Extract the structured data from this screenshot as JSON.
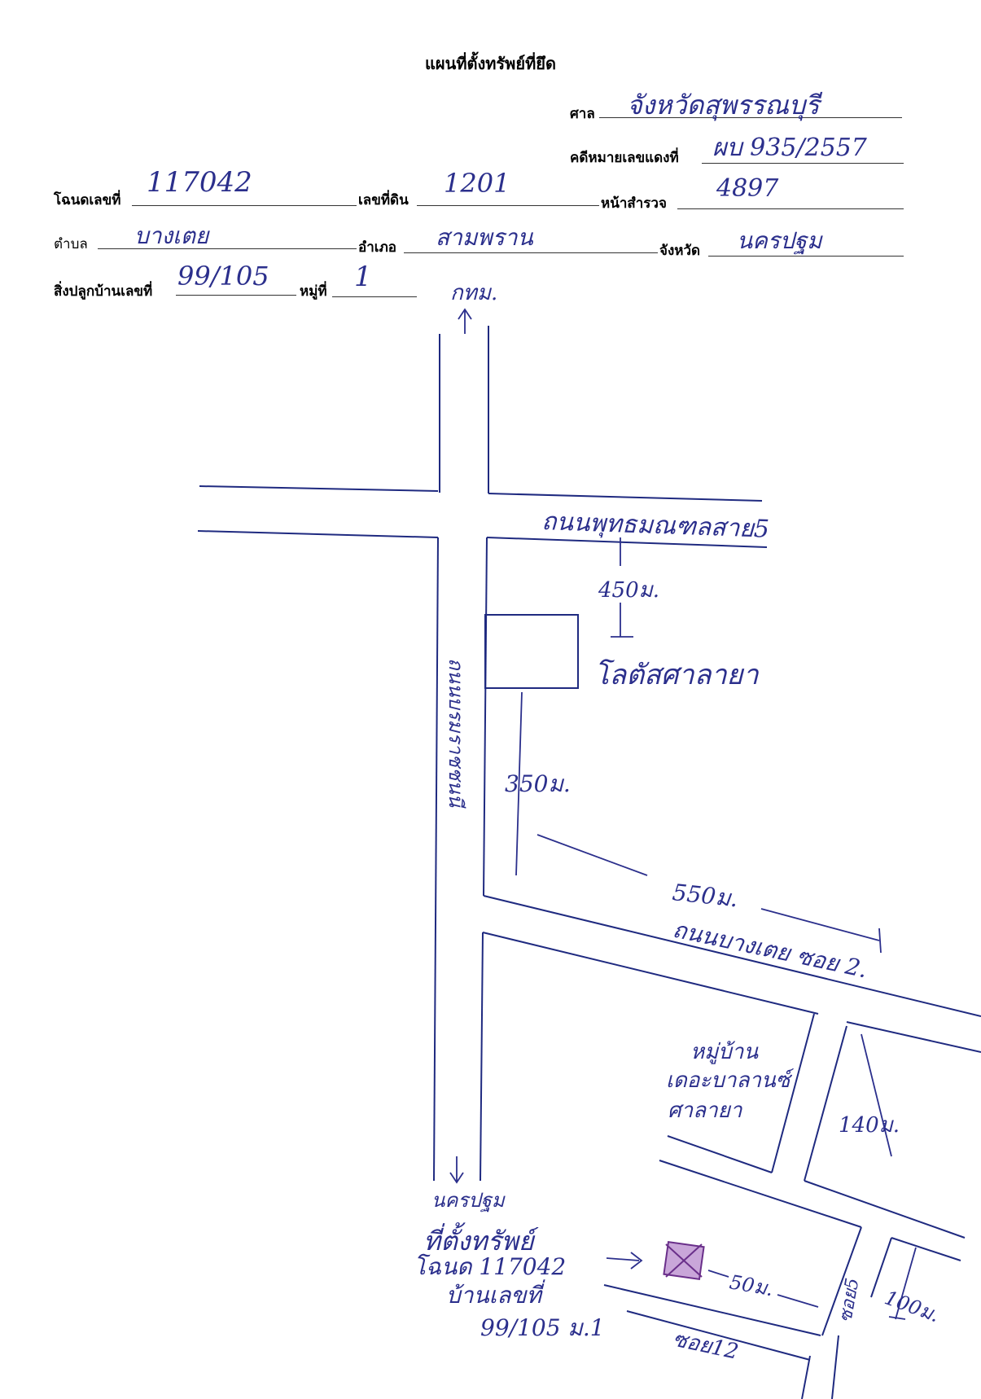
{
  "header": {
    "title": "แผนที่ตั้งทรัพย์ที่ยึด",
    "court_label": "ศาล",
    "court_value": "จังหวัดสุพรรณบุรี",
    "case_label": "คดีหมายเลขแดงที่",
    "case_value": "ผบ 935/2557"
  },
  "fields": {
    "deed_label": "โฉนดเลขที่",
    "deed_value": "117042",
    "land_no_label": "เลขที่ดิน",
    "land_no_value": "1201",
    "survey_label": "หน้าสำรวจ",
    "survey_value": "4897",
    "subdistrict_label": "ตำบล",
    "subdistrict_value": "บางเตย",
    "district_label": "อำเภอ",
    "district_value": "สามพราน",
    "province_label": "จังหวัด",
    "province_value": "นครปฐม",
    "house_no_label": "สิ่งปลูกบ้านเลขที่",
    "house_no_value": "99/105",
    "moo_label": "หมู่ที่",
    "moo_value": "1"
  },
  "map": {
    "north_label": "กทม.",
    "road_phutthamonthon": "ถนนพุทธมณฑลสาย5",
    "dist_450": "450ม.",
    "lotus": "โลตัสศาลายา",
    "dist_350": "350ม.",
    "road_side": "ถนนบรมราชชนนี",
    "dist_550": "550ม.",
    "road_bangtoei": "ถนนบางเตย ซอย 2.",
    "village_1": "หมู่บ้าน",
    "village_2": "เดอะบาลานซ์",
    "village_3": "ศาลายา",
    "dist_140": "140ม.",
    "south_label": "นครปฐม",
    "property_1": "ที่ตั้งทรัพย์",
    "property_2": "โฉนด 117042",
    "property_3": "บ้านเลขที่",
    "property_4": "99/105 ม.1",
    "dist_50": "50ม.",
    "soi_5": "ซอย5",
    "dist_100": "100ม.",
    "soi_12": "ซอย12"
  },
  "colors": {
    "ink": "#2b2f8c",
    "road": "#1f2a80",
    "marker": "#c9a6d9"
  }
}
